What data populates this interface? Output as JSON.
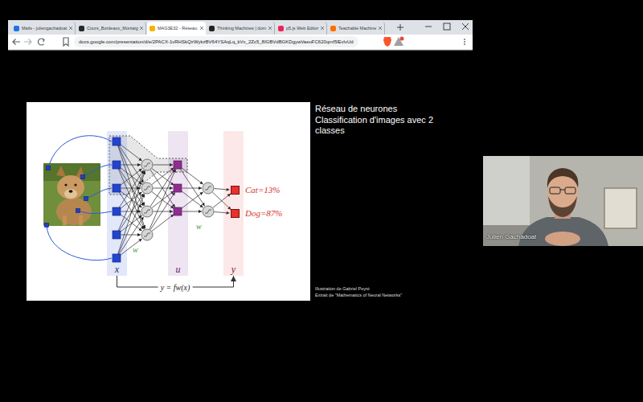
{
  "diagram": {
    "nodes": [
      {
        "text": [
          "Mails - juliengachadoat"
        ]
      },
      {
        "text": [
          "Cours_Bordeaux_Montaig"
        ]
      },
      {
        "text": [
          "MAG3E32 - Réseau"
        ]
      },
      {
        "text": [
          "Thinking Machines | dom"
        ]
      },
      {
        "text": [
          "p5.js Web Editor"
        ]
      },
      {
        "text": [
          "Teachable Machine"
        ]
      },
      {
        "text": [
          "docs.google.com/presentation/d/e/2PACX-1vRHSkQirWykzBV64YSAqLq_kVx_2Zc5_8IGBVdBGKDgywVaeuFC620qmf5lEvlvUd"
        ]
      },
      {
        "text": [
          "x"
        ]
      },
      {
        "text": [
          "u"
        ]
      },
      {
        "text": [
          "y"
        ]
      },
      {
        "text": [
          "Cat=13%"
        ],
        "in": 9
      },
      {
        "text": [
          "Dog=87%"
        ],
        "in": 9
      }
    ],
    "edges": [
      {
        "from": 7,
        "to": 9,
        "label": "y = fw(x)",
        "arrow": "to"
      }
    ],
    "labels": [
      "Réseau de neurones",
      "Classification d'images avec 2 classes",
      "Illustration de Gabriel Peyré",
      "Extrait de \"Mathematics of Neural Networks\"",
      "w",
      "w",
      "Julien Gachadoat"
    ]
  }
}
